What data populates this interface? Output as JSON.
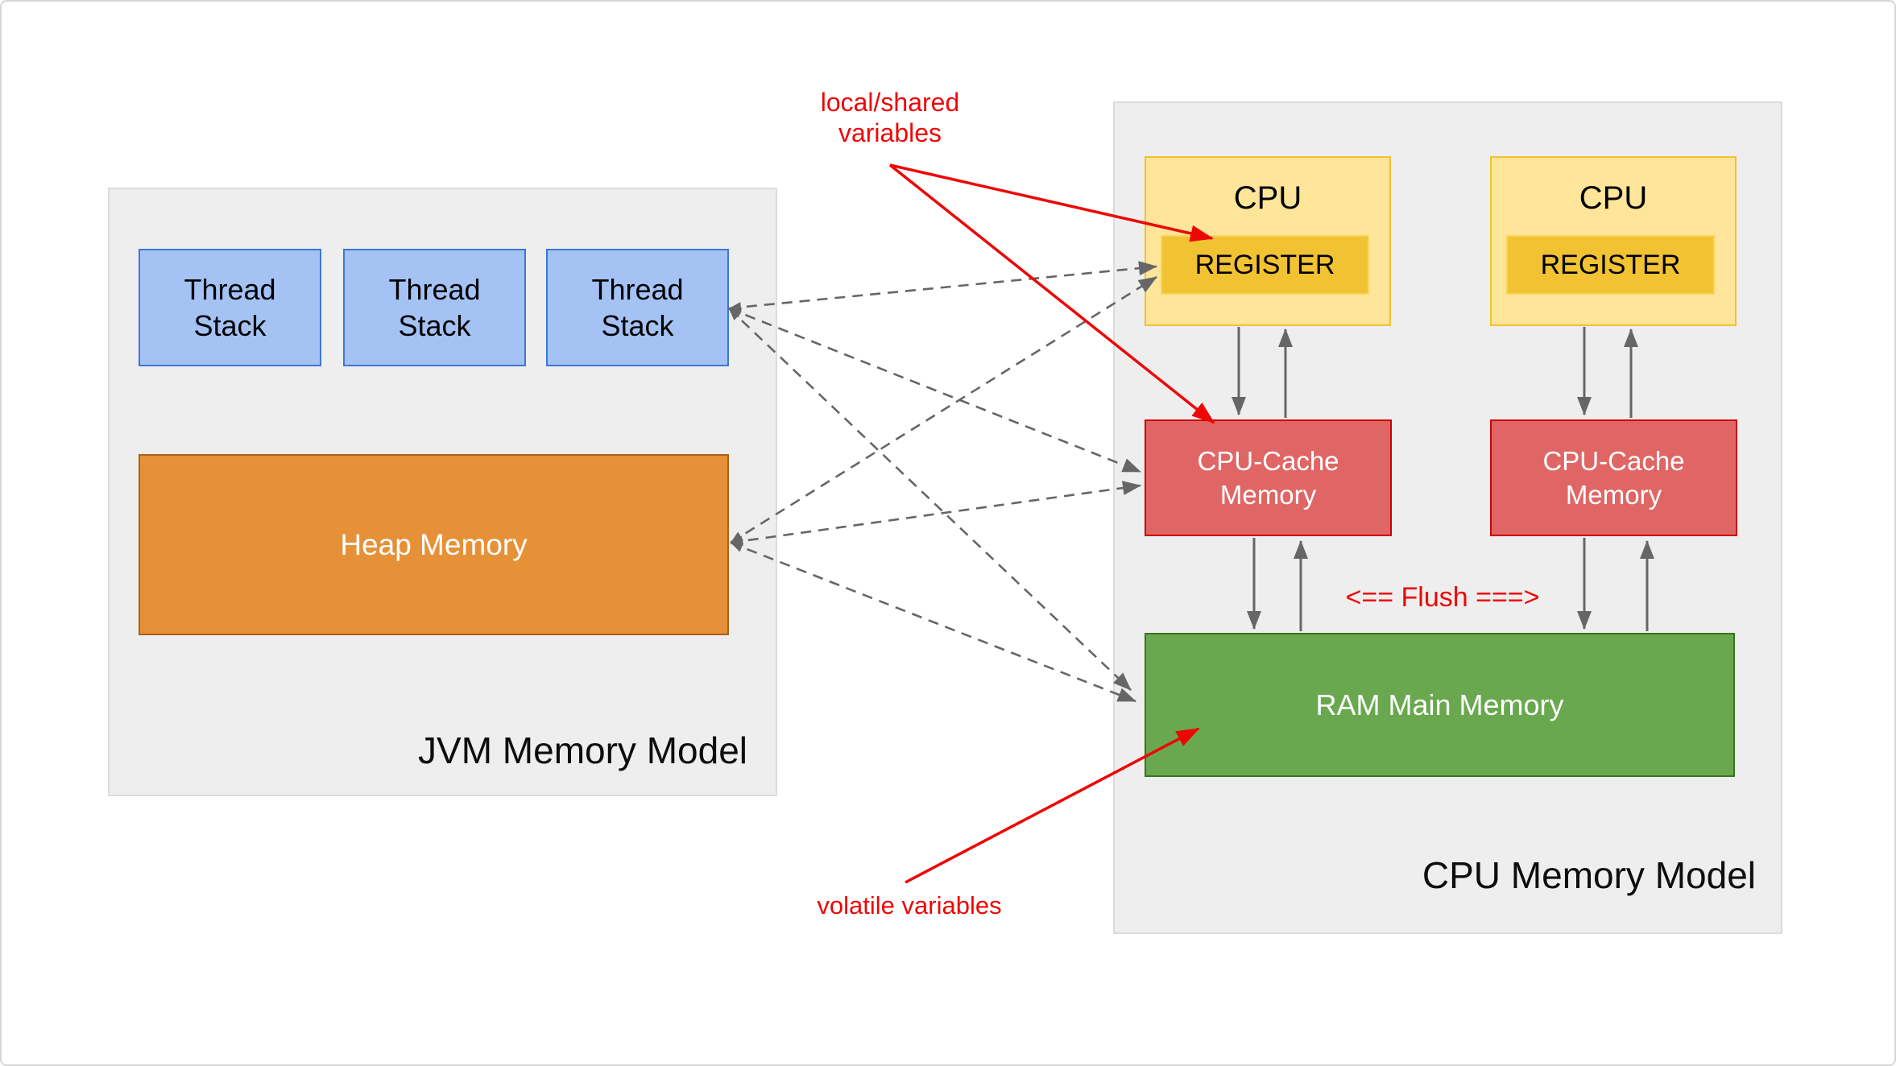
{
  "page": {
    "background": "#ffffff",
    "border_color": "#d6d6d6"
  },
  "jvm_model": {
    "title": "JVM Memory Model",
    "thread_stacks": [
      "Thread Stack",
      "Thread Stack",
      "Thread Stack"
    ],
    "heap_label": "Heap Memory",
    "container_fill": "#eeeeee",
    "thread_fill": "#a4c2f4",
    "thread_border": "#3c78d8",
    "heap_fill": "#e69138",
    "heap_border": "#ab6116"
  },
  "cpu_model": {
    "title": "CPU Memory Model",
    "cpus": [
      {
        "label": "CPU",
        "register_label": "REGISTER",
        "cache_label": "CPU-Cache Memory"
      },
      {
        "label": "CPU",
        "register_label": "REGISTER",
        "cache_label": "CPU-Cache Memory"
      }
    ],
    "ram_label": "RAM Main Memory",
    "flush_label": "<== Flush ===>",
    "cpu_fill": "#ffe599",
    "cpu_border": "#f1c232",
    "register_fill": "#f1c232",
    "cache_fill": "#e06666",
    "cache_border": "#cc0000",
    "ram_fill": "#6aa84f",
    "ram_border": "#38761d"
  },
  "annotations": {
    "local_shared_label": "local/shared variables",
    "volatile_label": "volatile variables",
    "red_color": "#ee0606",
    "arrow_gray": "#666666"
  }
}
